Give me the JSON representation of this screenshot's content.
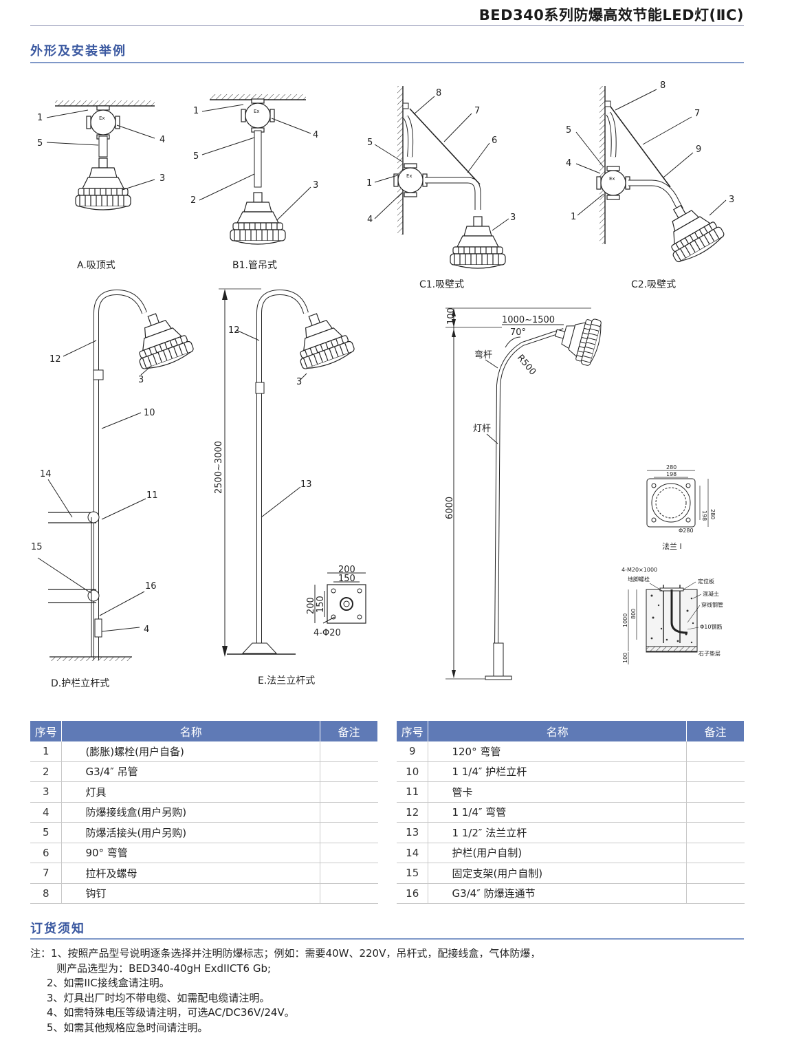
{
  "header": {
    "title": "BED340系列防爆高效节能LED灯(ⅡC)"
  },
  "sections": {
    "install": "外形及安装举例",
    "order": "订货须知"
  },
  "figures": {
    "a": "A.吸顶式",
    "b1": "B1.管吊式",
    "c1": "C1.吸壁式",
    "c2": "C2.吸壁式",
    "d": "D.护栏立杆式",
    "e": "E.法兰立杆式",
    "flange": "法兰 I"
  },
  "dimensions": {
    "e_height": "2500~3000",
    "e_base_w1": "200",
    "e_base_w2": "150",
    "e_base_h1": "200",
    "e_base_h2": "150",
    "e_holes": "4-Φ20",
    "pole_top": "100",
    "pole_reach": "1000~1500",
    "pole_angle": "70°",
    "pole_radius": "R500",
    "pole_height": "6000",
    "bend_label": "弯杆",
    "pole_label": "灯杆",
    "fl_280": "280",
    "fl_198": "198",
    "fl_phi280": "Φ280",
    "fd_bolt": "4-M20×1000",
    "fd_anchor": "地脚螺栓",
    "fd_plate": "定位板",
    "fd_concrete": "混凝土",
    "fd_pipe": "穿线钢管",
    "fd_rebar": "Φ10钢筋",
    "fd_gravel": "石子垫层",
    "fd_1000": "1000",
    "fd_800": "800",
    "fd_100": "100"
  },
  "table_headers": {
    "no": "序号",
    "name": "名称",
    "remark": "备注"
  },
  "parts_left": [
    {
      "no": "1",
      "name": "(膨胀)螺栓(用户自备)"
    },
    {
      "no": "2",
      "name": "G3/4″ 吊管"
    },
    {
      "no": "3",
      "name": "灯具"
    },
    {
      "no": "4",
      "name": "防爆接线盒(用户另购)"
    },
    {
      "no": "5",
      "name": "防爆活接头(用户另购)"
    },
    {
      "no": "6",
      "name": "90° 弯管"
    },
    {
      "no": "7",
      "name": "拉杆及螺母"
    },
    {
      "no": "8",
      "name": "钩钉"
    }
  ],
  "parts_right": [
    {
      "no": "9",
      "name": "120° 弯管"
    },
    {
      "no": "10",
      "name": "1 1/4″ 护栏立杆"
    },
    {
      "no": "11",
      "name": "管卡"
    },
    {
      "no": "12",
      "name": "1 1/4″ 弯管"
    },
    {
      "no": "13",
      "name": "1 1/2″ 法兰立杆"
    },
    {
      "no": "14",
      "name": "护栏(用户自制)"
    },
    {
      "no": "15",
      "name": "固定支架(用户自制)"
    },
    {
      "no": "16",
      "name": "G3/4″ 防爆连通节"
    }
  ],
  "notes": [
    "注：1、按照产品型号说明逐条选择并注明防爆标志；例如：需要40W、220V，吊杆式，配接线盒，气体防爆，",
    "        则产品选型为：BED340-40gH ExdIICT6 Gb;",
    "     2、如需IIC接线盒请注明。",
    "     3、灯具出厂时均不带电缆、如需配电缆请注明。",
    "     4、如需特殊电压等级请注明，可选AC/DC36V/24V。",
    "     5、如需其他规格应急时间请注明。"
  ]
}
